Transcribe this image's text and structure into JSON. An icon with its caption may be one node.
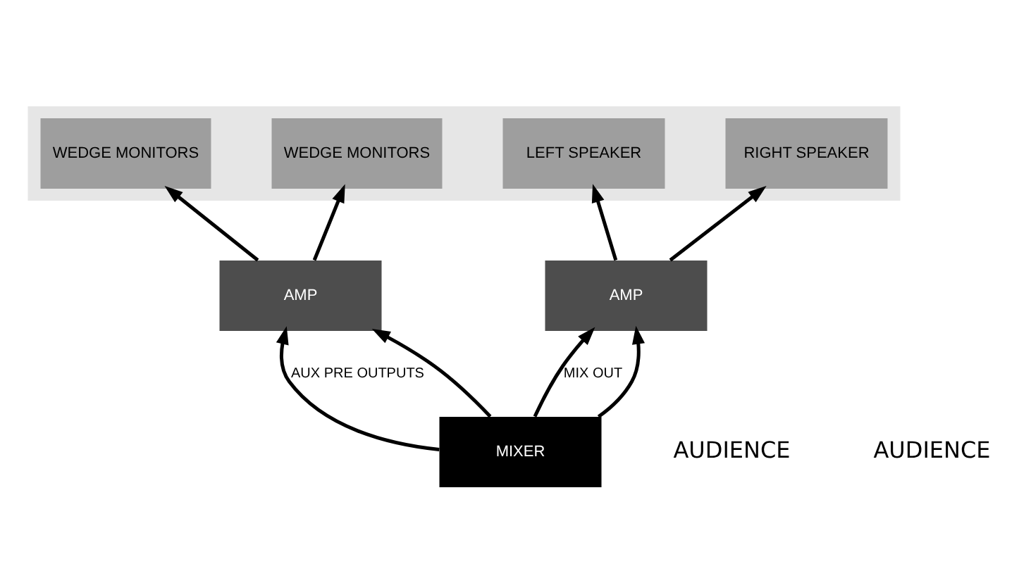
{
  "diagram": {
    "nodes": [
      {
        "text": [],
        "shape": "box"
      },
      {
        "text": [
          "LEFT SPEAKER"
        ],
        "in": 0
      },
      {
        "text": [
          "WEDGE MONITORS"
        ],
        "in": 0
      },
      {
        "text": [
          "WEDGE MONITORS"
        ],
        "in": 0
      },
      {
        "text": [
          "RIGHT SPEAKER"
        ],
        "in": 0
      },
      {
        "text": [
          "AMP"
        ]
      },
      {
        "text": [
          "AMP"
        ]
      },
      {
        "text": [
          "MIXER"
        ]
      }
    ],
    "edges": [
      {
        "from": 7,
        "to": 5,
        "arrow": "to",
        "label": "AUX PRE OUTPUTS"
      },
      {
        "from": 7,
        "to": 5,
        "arrow": "to"
      },
      {
        "from": 7,
        "to": 6,
        "arrow": "to",
        "label": "MIX OUT"
      },
      {
        "from": 7,
        "to": 6,
        "arrow": "to"
      },
      {
        "from": 5,
        "to": 2,
        "arrow": "to"
      },
      {
        "from": 5,
        "to": 3,
        "arrow": "to"
      },
      {
        "from": 6,
        "to": 1,
        "arrow": "to"
      },
      {
        "from": 6,
        "to": 4,
        "arrow": "to"
      }
    ],
    "labels": [
      "AUDIENCE",
      "AUDIENCE"
    ]
  }
}
